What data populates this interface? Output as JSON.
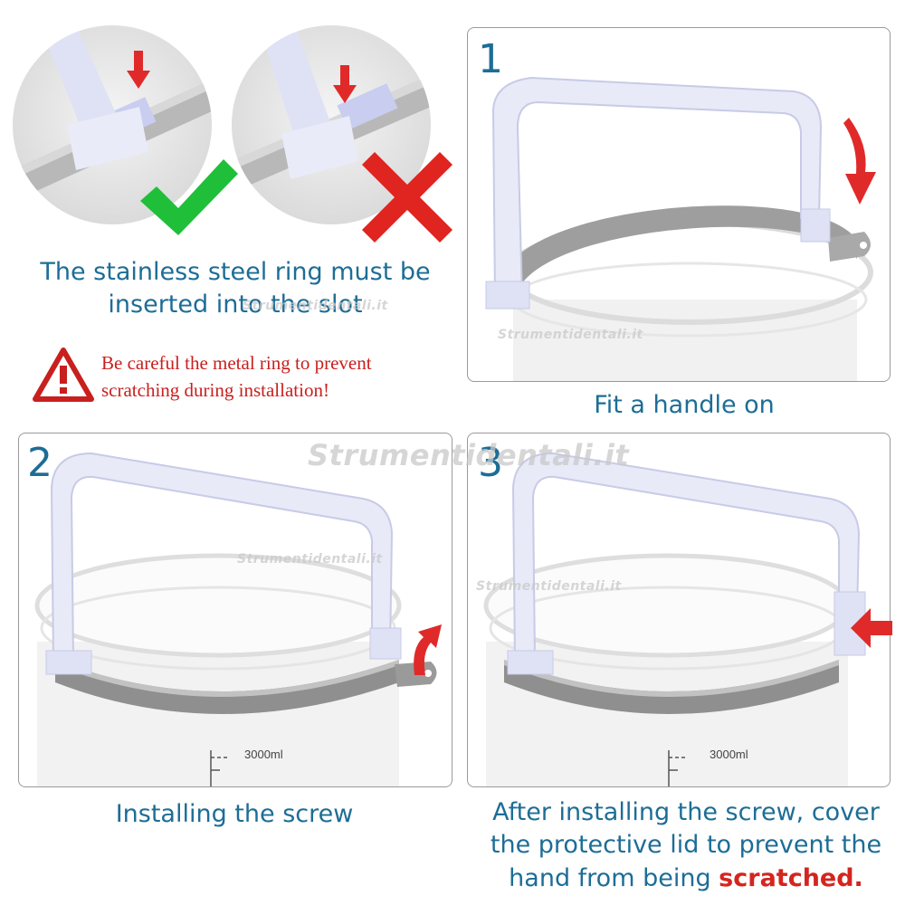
{
  "top_left": {
    "caption_line1": "The stainless steel ring must be",
    "caption_line2": "inserted into the slot",
    "warning_line1": "Be careful the metal ring to prevent",
    "warning_line2": "scratching during installation!",
    "correct_icon": "check-mark-icon",
    "wrong_icon": "cross-mark-icon",
    "warning_icon": "warning-triangle-icon"
  },
  "step1": {
    "number": "1",
    "caption": "Fit a handle on"
  },
  "step2": {
    "number": "2",
    "caption": "Installing the screw",
    "measure_label": "3000ml"
  },
  "step3": {
    "number": "3",
    "caption_line1": "After installing the screw, cover",
    "caption_line2": "the protective lid to prevent the",
    "caption_line3_prefix": "hand from being ",
    "caption_line3_emphasis": "scratched.",
    "measure_label": "3000ml"
  },
  "watermarks": {
    "small": "Strumentidentali.it",
    "large": "Strumentidentali.it"
  },
  "colors": {
    "caption_blue": "#1d6d96",
    "warning_red": "#c8201e",
    "check_green": "#1fbf3a",
    "cross_red": "#e0241f",
    "arrow_red": "#e02a2a",
    "handle_lavender": "#e6e8f7"
  }
}
